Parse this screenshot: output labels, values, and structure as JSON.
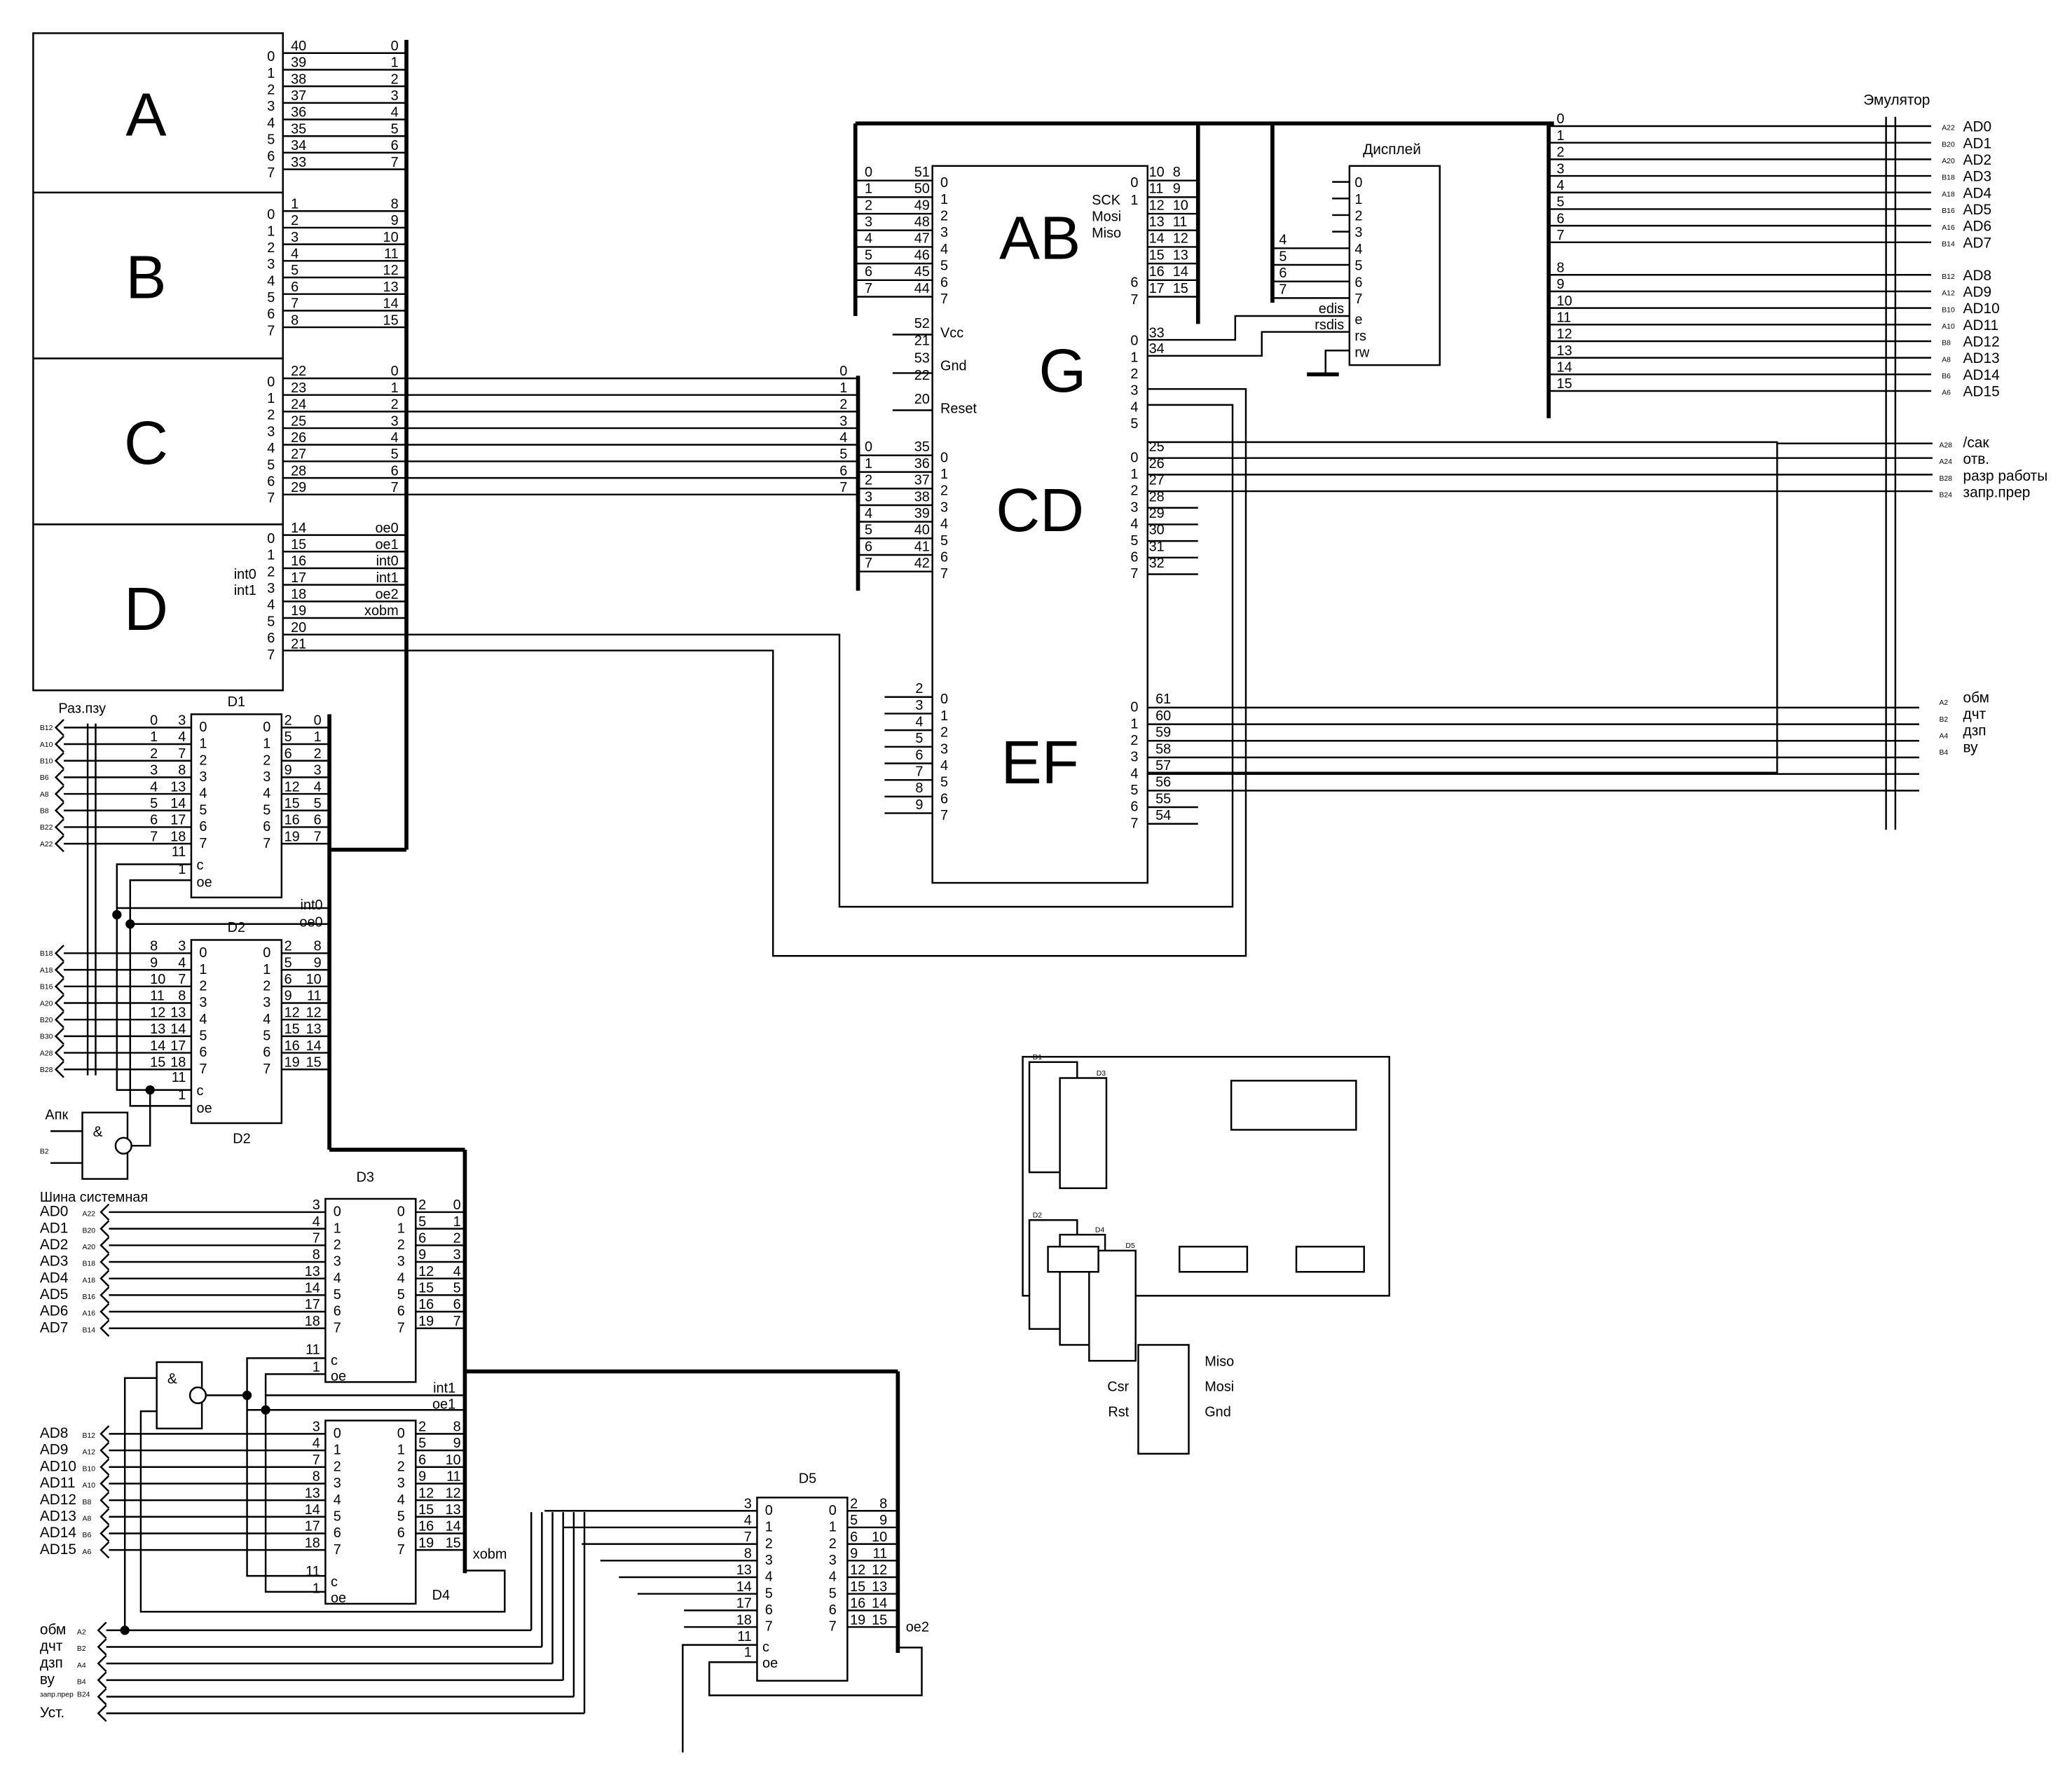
{
  "ports": {
    "A": {
      "label": "A",
      "pins": [
        "40",
        "39",
        "38",
        "37",
        "36",
        "35",
        "34",
        "33"
      ],
      "bus": [
        "0",
        "1",
        "2",
        "3",
        "4",
        "5",
        "6",
        "7"
      ]
    },
    "B": {
      "label": "B",
      "pins": [
        "1",
        "2",
        "3",
        "4",
        "5",
        "6",
        "7",
        "8"
      ],
      "bus": [
        "8",
        "9",
        "10",
        "11",
        "12",
        "13",
        "14",
        "15"
      ]
    },
    "C": {
      "label": "C",
      "pins": [
        "22",
        "23",
        "24",
        "25",
        "26",
        "27",
        "28",
        "29"
      ],
      "bus": [
        "0",
        "1",
        "2",
        "3",
        "4",
        "5",
        "6",
        "7"
      ]
    },
    "D": {
      "label": "D",
      "pins": [
        "14",
        "15",
        "16",
        "17",
        "18",
        "19",
        "20",
        "21"
      ],
      "bus": [
        "oe0",
        "oe1",
        "int0",
        "int1",
        "oe2",
        "xobm",
        "",
        ""
      ],
      "side_labels": {
        "int0": "int0",
        "int1": "int1"
      }
    },
    "bit_labels": [
      "0",
      "1",
      "2",
      "3",
      "4",
      "5",
      "6",
      "7"
    ]
  },
  "mcu": {
    "AB": {
      "label": "AB",
      "left_bus": [
        "0",
        "1",
        "2",
        "3",
        "4",
        "5",
        "6",
        "7"
      ],
      "left_pins": [
        "51",
        "50",
        "49",
        "48",
        "47",
        "46",
        "45",
        "44"
      ],
      "right_pins": [
        "10",
        "11",
        "12",
        "13",
        "14",
        "15",
        "16",
        "17"
      ],
      "right_bus": [
        "8",
        "9",
        "10",
        "11",
        "12",
        "13",
        "14",
        "15"
      ],
      "spi": [
        "SCK",
        "Mosi",
        "Miso"
      ],
      "right_bits": [
        "0",
        "1",
        "6",
        "7"
      ]
    },
    "G": {
      "label": "G",
      "left_pins": [
        "52",
        "21",
        "53",
        "22",
        "20"
      ],
      "left_names": [
        "Vcc",
        "Gnd",
        "Reset"
      ],
      "right_pins": [
        "33",
        "34"
      ],
      "right_bits": [
        "0",
        "1",
        "2",
        "3",
        "4",
        "5"
      ]
    },
    "CD": {
      "label": "CD",
      "left_bus": [
        "0",
        "1",
        "2",
        "3",
        "4",
        "5",
        "6",
        "7"
      ],
      "left_pins": [
        "35",
        "36",
        "37",
        "38",
        "39",
        "40",
        "41",
        "42"
      ],
      "right_pins": [
        "25",
        "26",
        "27",
        "28",
        "29",
        "30",
        "31",
        "32"
      ]
    },
    "EF": {
      "label": "EF",
      "left_pins": [
        "2",
        "3",
        "4",
        "5",
        "6",
        "7",
        "8",
        "9"
      ],
      "right_pins": [
        "61",
        "60",
        "59",
        "58",
        "57",
        "56",
        "55",
        "54"
      ]
    }
  },
  "display": {
    "title": "Дисплей",
    "bus_pins": [
      "4",
      "5",
      "6",
      "7"
    ],
    "data_bits": [
      "0",
      "1",
      "2",
      "3",
      "4",
      "5",
      "6",
      "7"
    ],
    "ctrl": [
      "e",
      "rs",
      "rw"
    ],
    "ctrl_wires": [
      "edis",
      "rsdis"
    ]
  },
  "emulator": {
    "title": "Эмулятор",
    "bus_idx": [
      "0",
      "1",
      "2",
      "3",
      "4",
      "5",
      "6",
      "7",
      "8",
      "9",
      "10",
      "11",
      "12",
      "13",
      "14",
      "15"
    ],
    "contacts": [
      "A22",
      "B20",
      "A20",
      "B18",
      "A18",
      "B16",
      "A16",
      "B14",
      "B12",
      "A12",
      "B10",
      "A10",
      "B8",
      "A8",
      "B6",
      "A6"
    ],
    "signals": [
      "AD0",
      "AD1",
      "AD2",
      "AD3",
      "AD4",
      "AD5",
      "AD6",
      "AD7",
      "AD8",
      "AD9",
      "AD10",
      "AD11",
      "AD12",
      "AD13",
      "AD14",
      "AD15"
    ],
    "ctrl_contacts": [
      "A28",
      "A24",
      "B28",
      "B24"
    ],
    "ctrl_signals": [
      "/сак",
      "отв.",
      "разр работы",
      "запр.прер"
    ],
    "ctrl2_contacts": [
      "A2",
      "B2",
      "A4",
      "B4"
    ],
    "ctrl2_signals": [
      "обм",
      "дчт",
      "дзп",
      "ву"
    ]
  },
  "rom_bus": {
    "title": "Раз.пзу",
    "contacts1": [
      "B12",
      "A10",
      "B10",
      "B6",
      "A8",
      "B8",
      "B22",
      "A22"
    ],
    "contacts2": [
      "B18",
      "A18",
      "B16",
      "A20",
      "B20",
      "B30",
      "A28",
      "B28"
    ],
    "addr1": [
      "0",
      "1",
      "2",
      "3",
      "4",
      "5",
      "6",
      "7"
    ],
    "addr2": [
      "8",
      "9",
      "10",
      "11",
      "12",
      "13",
      "14",
      "15"
    ]
  },
  "latch": {
    "in_pins": [
      "3",
      "4",
      "7",
      "8",
      "13",
      "14",
      "17",
      "18"
    ],
    "out_pins": [
      "2",
      "5",
      "6",
      "9",
      "12",
      "15",
      "16",
      "19"
    ],
    "ctrl_pins": [
      "11",
      "1"
    ],
    "ctrl_names": [
      "c",
      "oe"
    ],
    "bits": [
      "0",
      "1",
      "2",
      "3",
      "4",
      "5",
      "6",
      "7"
    ],
    "low_bus": [
      "0",
      "1",
      "2",
      "3",
      "4",
      "5",
      "6",
      "7"
    ],
    "high_bus": [
      "8",
      "9",
      "10",
      "11",
      "12",
      "13",
      "14",
      "15"
    ]
  },
  "chips": {
    "D1": "D1",
    "D2": "D2",
    "D3": "D3",
    "D4": "D4",
    "D5": "D5"
  },
  "gates": {
    "and": "&",
    "apk": "Апк",
    "b2": "B2"
  },
  "wire_labels": {
    "int0": "int0",
    "oe0": "oe0",
    "int1": "int1",
    "oe1": "oe1",
    "xobm": "xobm",
    "oe2": "oe2"
  },
  "sysbus": {
    "title": "Шина системная",
    "low_signals": [
      "AD0",
      "AD1",
      "AD2",
      "AD3",
      "AD4",
      "AD5",
      "AD6",
      "AD7"
    ],
    "low_contacts": [
      "A22",
      "B20",
      "A20",
      "B18",
      "A18",
      "B16",
      "A16",
      "B14"
    ],
    "high_signals": [
      "AD8",
      "AD9",
      "AD10",
      "AD11",
      "AD12",
      "AD13",
      "AD14",
      "AD15"
    ],
    "high_contacts": [
      "B12",
      "A12",
      "B10",
      "A10",
      "B8",
      "A8",
      "B6",
      "A6"
    ],
    "ctrl_signals": [
      "обм",
      "дчт",
      "дзп",
      "ву",
      "запр.прер",
      "Уст."
    ],
    "ctrl_contacts": [
      "A2",
      "B2",
      "A4",
      "B4",
      "B24",
      ""
    ]
  },
  "pcb": {
    "chips": [
      "D1",
      "D3",
      "D2",
      "D4",
      "D5"
    ]
  },
  "connector": {
    "left": [
      "Csr",
      "Rst"
    ],
    "right": [
      "Miso",
      "Mosi",
      "Gnd"
    ]
  }
}
